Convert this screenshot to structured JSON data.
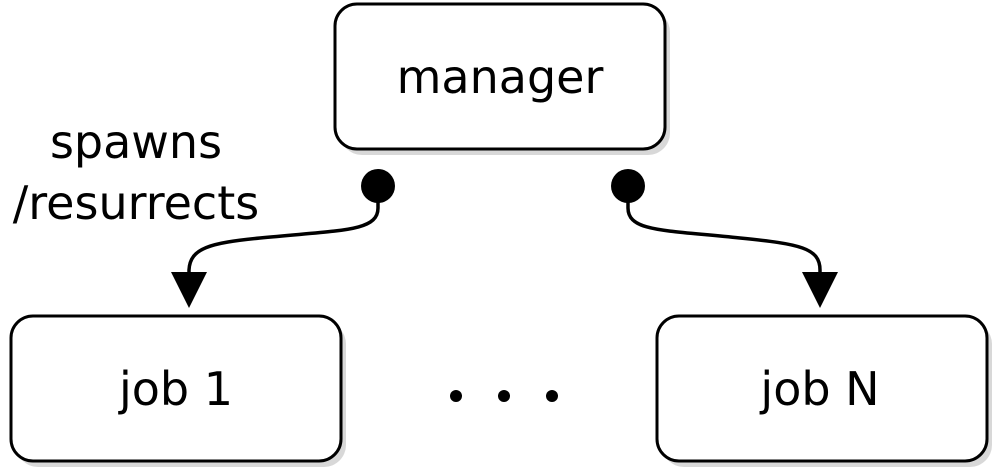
{
  "diagram": {
    "nodes": {
      "manager": "manager",
      "job_first": "job 1",
      "job_last": "job N"
    },
    "edge_label": {
      "line1": "spawns",
      "line2": "/resurrects"
    },
    "colors": {
      "stroke": "#000000",
      "fill": "#ffffff"
    }
  }
}
